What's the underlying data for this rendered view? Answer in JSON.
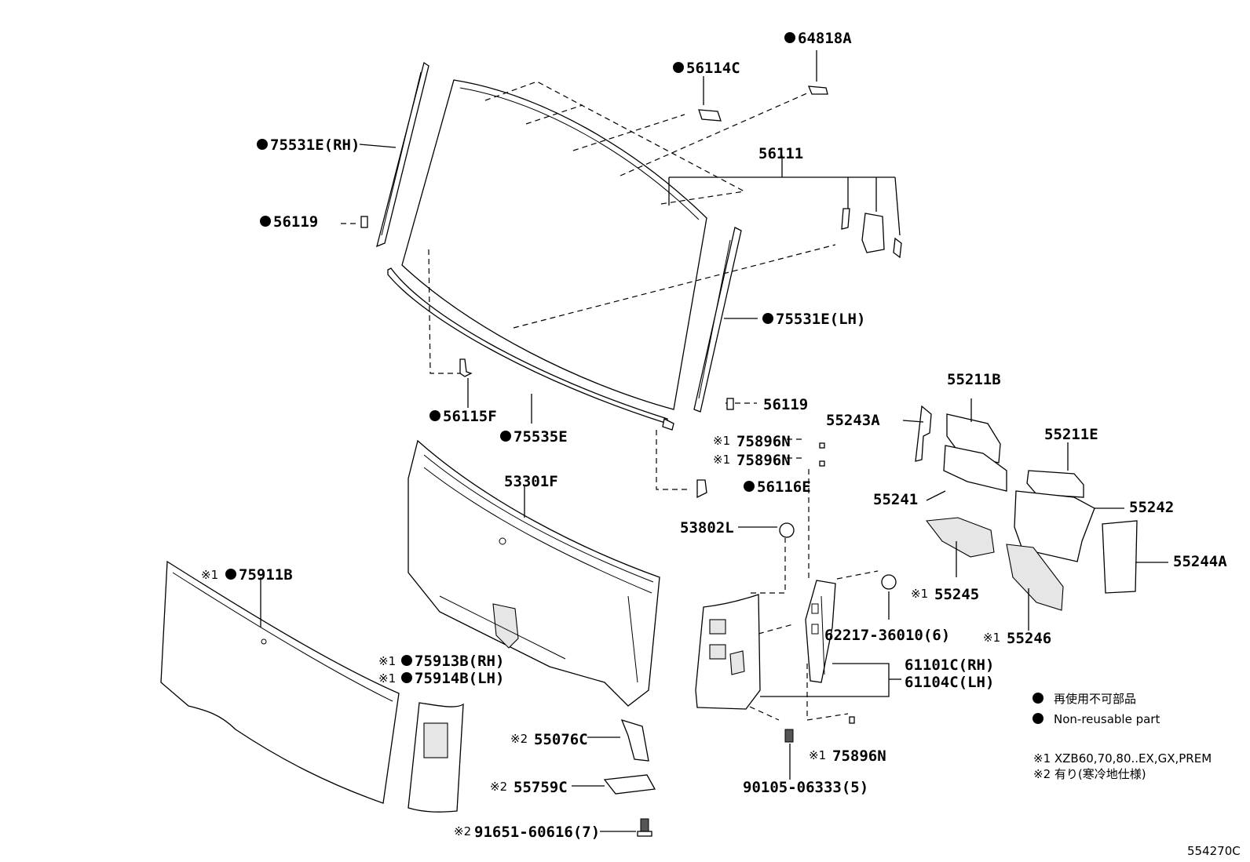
{
  "labels": {
    "p64818A": "64818A",
    "p56114C": "56114C",
    "p75531E_RH": "75531E(RH)",
    "p56111": "56111",
    "p56119_left": "56119",
    "p75531E_LH": "75531E(LH)",
    "p56119_right": "56119",
    "p56115F": "56115F",
    "p75535E": "75535E",
    "p75896N_1": "75896N",
    "p75896N_2": "75896N",
    "p56116E": "56116E",
    "p53301F": "53301F",
    "p53802L": "53802L",
    "p75911B": "75911B",
    "p75913B_RH": "75913B(RH)",
    "p75914B_LH": "75914B(LH)",
    "p55076C": "55076C",
    "p55759C": "55759C",
    "p91651": "91651-60616(7)",
    "p62217": "62217-36010(6)",
    "p61101C_RH": "61101C(RH)",
    "p61104C_LH": "61104C(LH)",
    "p90105": "90105-06333(5)",
    "p75896N_3": "75896N",
    "p55211B": "55211B",
    "p55243A": "55243A",
    "p55211E": "55211E",
    "p55241": "55241",
    "p55242": "55242",
    "p55244A": "55244A",
    "p55245": "55245",
    "p55246": "55246"
  },
  "prefix": {
    "note1": "※1",
    "note2": "※2"
  },
  "legend": {
    "jp": "再使用不可部品",
    "en": "Non-reusable part",
    "note1": "※1 XZB60,70,80..EX,GX,PREM",
    "note2": "※2 有り(寒冷地仕様)"
  },
  "illustration_id": "554270C"
}
